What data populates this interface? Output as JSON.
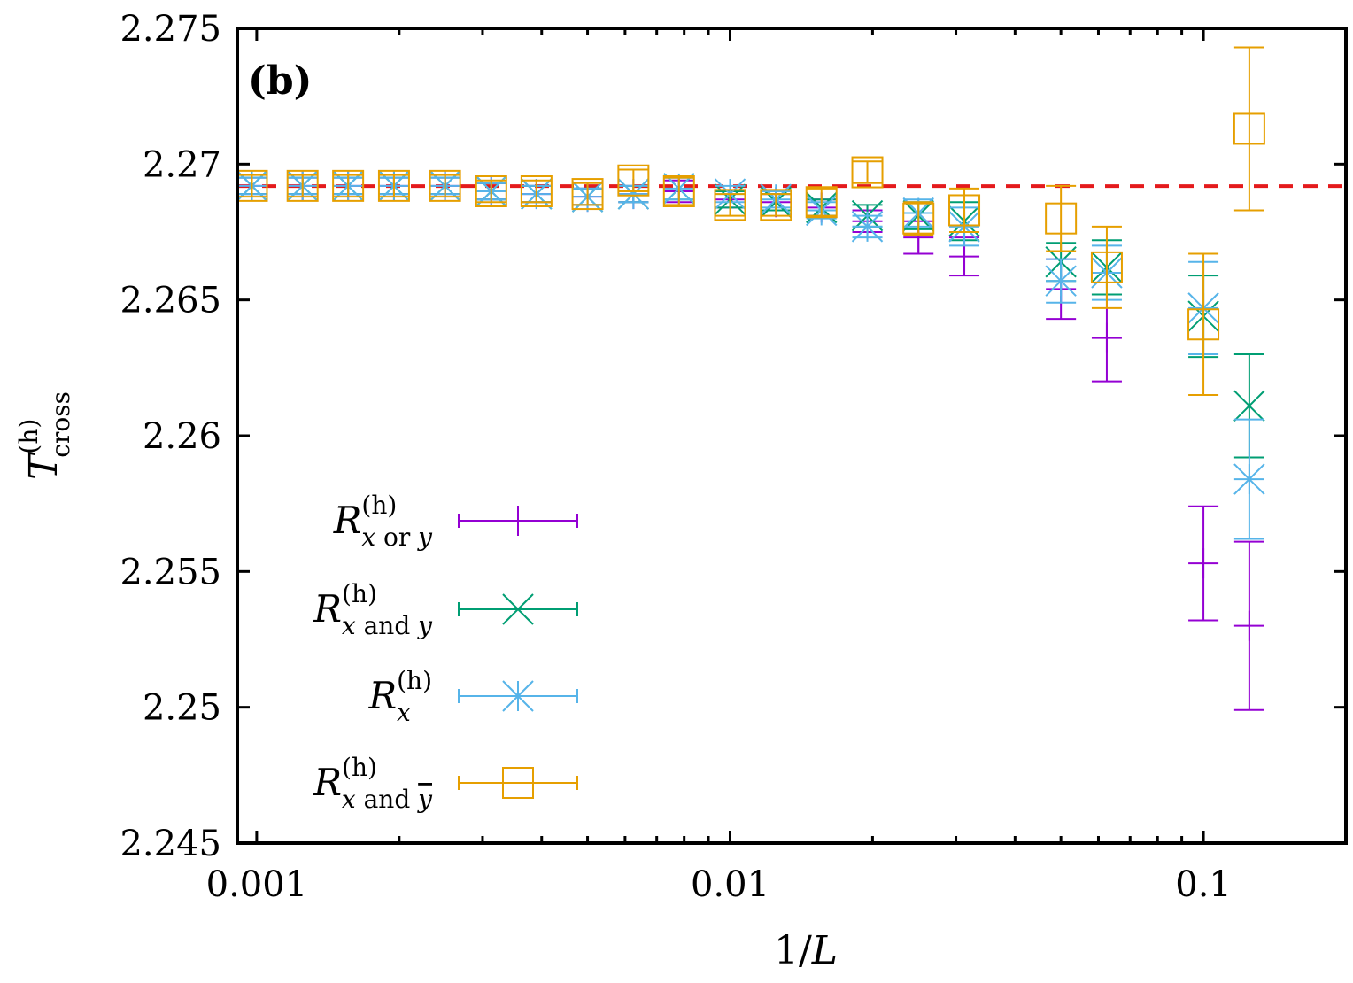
{
  "chart_data": {
    "type": "scatter",
    "panel_label": "(b)",
    "xlabel": "1/L",
    "ylabel_main": "T",
    "ylabel_sub": "cross",
    "ylabel_sup": "(h)",
    "xscale": "log",
    "xlim": [
      0.00091,
      0.2
    ],
    "ylim": [
      2.245,
      2.275
    ],
    "xticks": [
      {
        "value": 0.001,
        "label": "0.001"
      },
      {
        "value": 0.01,
        "label": "0.01"
      },
      {
        "value": 0.1,
        "label": "0.1"
      }
    ],
    "yticks": [
      {
        "value": 2.245,
        "label": "2.245"
      },
      {
        "value": 2.25,
        "label": "2.25"
      },
      {
        "value": 2.255,
        "label": "2.255"
      },
      {
        "value": 2.26,
        "label": "2.26"
      },
      {
        "value": 2.265,
        "label": "2.265"
      },
      {
        "value": 2.27,
        "label": "2.27"
      },
      {
        "value": 2.275,
        "label": "2.275"
      }
    ],
    "reference_line": {
      "y": 2.26919,
      "color": "#e41a1c",
      "style": "dashed"
    },
    "legend_position": "bottom-left",
    "x": [
      0.000977,
      0.00125,
      0.00156,
      0.00195,
      0.0025,
      0.00313,
      0.0039,
      0.005,
      0.00625,
      0.0078,
      0.01,
      0.0125,
      0.0156,
      0.0195,
      0.025,
      0.03125,
      0.05,
      0.0625,
      0.1,
      0.125
    ],
    "series": [
      {
        "name_base": "R",
        "name_sup": "(h)",
        "name_sub": "x or y",
        "marker": "plus",
        "color": "#9400d3",
        "y": [
          2.2692,
          2.2692,
          2.2692,
          2.2692,
          2.2692,
          2.269,
          2.2689,
          2.2688,
          2.2689,
          2.269,
          2.2687,
          2.2686,
          2.2684,
          2.2679,
          2.2673,
          2.2666,
          2.2654,
          2.2636,
          2.2553,
          2.253
        ],
        "err": [
          0.0003,
          0.0003,
          0.0003,
          0.0003,
          0.0003,
          0.0003,
          0.0003,
          0.0003,
          0.0003,
          0.0004,
          0.0003,
          0.0003,
          0.0003,
          0.0004,
          0.0006,
          0.0007,
          0.0011,
          0.0016,
          0.0021,
          0.0031
        ]
      },
      {
        "name_base": "R",
        "name_sup": "(h)",
        "name_sub": "x and y",
        "marker": "cross",
        "color": "#009e73",
        "y": [
          2.2692,
          2.2692,
          2.2692,
          2.2692,
          2.2692,
          2.269,
          2.2689,
          2.2688,
          2.2689,
          2.2691,
          2.2687,
          2.2686,
          2.2684,
          2.2681,
          2.2681,
          2.2679,
          2.2664,
          2.2662,
          2.2644,
          2.2611
        ],
        "err": [
          0.0003,
          0.0003,
          0.0003,
          0.0003,
          0.0003,
          0.0003,
          0.0003,
          0.0003,
          0.0003,
          0.0004,
          0.0003,
          0.0003,
          0.0003,
          0.0004,
          0.0005,
          0.0007,
          0.0007,
          0.001,
          0.0015,
          0.0019
        ]
      },
      {
        "name_base": "R",
        "name_sup": "(h)",
        "name_sub": "x",
        "marker": "star",
        "color": "#56b4e9",
        "y": [
          2.2692,
          2.2692,
          2.2692,
          2.2692,
          2.2692,
          2.269,
          2.2689,
          2.2688,
          2.2689,
          2.2691,
          2.2689,
          2.2687,
          2.2683,
          2.2677,
          2.2682,
          2.2677,
          2.2657,
          2.266,
          2.2647,
          2.2584
        ],
        "err": [
          0.0003,
          0.0003,
          0.0003,
          0.0003,
          0.0003,
          0.0003,
          0.0003,
          0.0003,
          0.0003,
          0.0004,
          0.0003,
          0.0003,
          0.0003,
          0.0004,
          0.0005,
          0.0007,
          0.0008,
          0.001,
          0.0017,
          0.0022
        ]
      },
      {
        "name_base": "R",
        "name_sup": "(h)",
        "name_sub": "x and ",
        "name_sub_overline": "y",
        "marker": "square",
        "color": "#e69f00",
        "y": [
          2.2692,
          2.2692,
          2.2692,
          2.2692,
          2.2692,
          2.269,
          2.269,
          2.2689,
          2.2694,
          2.269,
          2.2685,
          2.2685,
          2.2686,
          2.2697,
          2.268,
          2.2683,
          2.268,
          2.2662,
          2.2641,
          2.2713
        ],
        "err": [
          0.0004,
          0.0004,
          0.0004,
          0.0004,
          0.0004,
          0.0004,
          0.0004,
          0.0004,
          0.0004,
          0.0005,
          0.0004,
          0.0004,
          0.0005,
          0.0004,
          0.0006,
          0.0008,
          0.0012,
          0.0015,
          0.0026,
          0.003
        ]
      }
    ]
  }
}
